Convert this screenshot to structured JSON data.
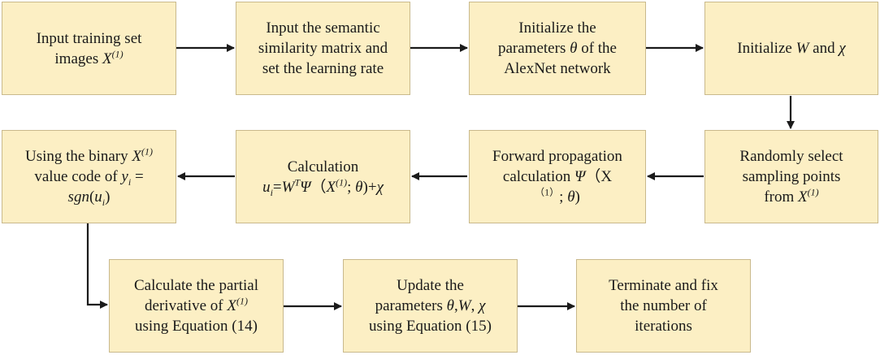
{
  "steps": {
    "s1": {
      "lines": [
        "Input training set",
        "images X(1)"
      ]
    },
    "s2": {
      "lines": [
        "Input the semantic",
        "similarity matrix and",
        "set the learning rate"
      ]
    },
    "s3": {
      "lines": [
        "Initialize the",
        "parameters θ of the",
        "AlexNet network"
      ]
    },
    "s4": {
      "lines": [
        "Initialize W and χ"
      ]
    },
    "s5": {
      "lines": [
        "Randomly select",
        "sampling points",
        "from X(1)"
      ]
    },
    "s6": {
      "lines": [
        "Forward propagation",
        "calculation Ψ（X",
        "（1）; θ)"
      ]
    },
    "s7": {
      "lines": [
        "Calculation",
        "ui=WTΨ（X(1); θ)+χ"
      ]
    },
    "s8": {
      "lines": [
        "Using the binary X(1)",
        "value code of yi =",
        "sgn(ui)"
      ]
    },
    "s9": {
      "lines": [
        "Calculate the partial",
        "derivative of X(1)",
        "using Equation (14)"
      ]
    },
    "s10": {
      "lines": [
        "Update the",
        "parameters θ,W, χ",
        "using Equation (15)"
      ]
    },
    "s11": {
      "lines": [
        "Terminate and fix",
        "the number of",
        "iterations"
      ]
    }
  }
}
